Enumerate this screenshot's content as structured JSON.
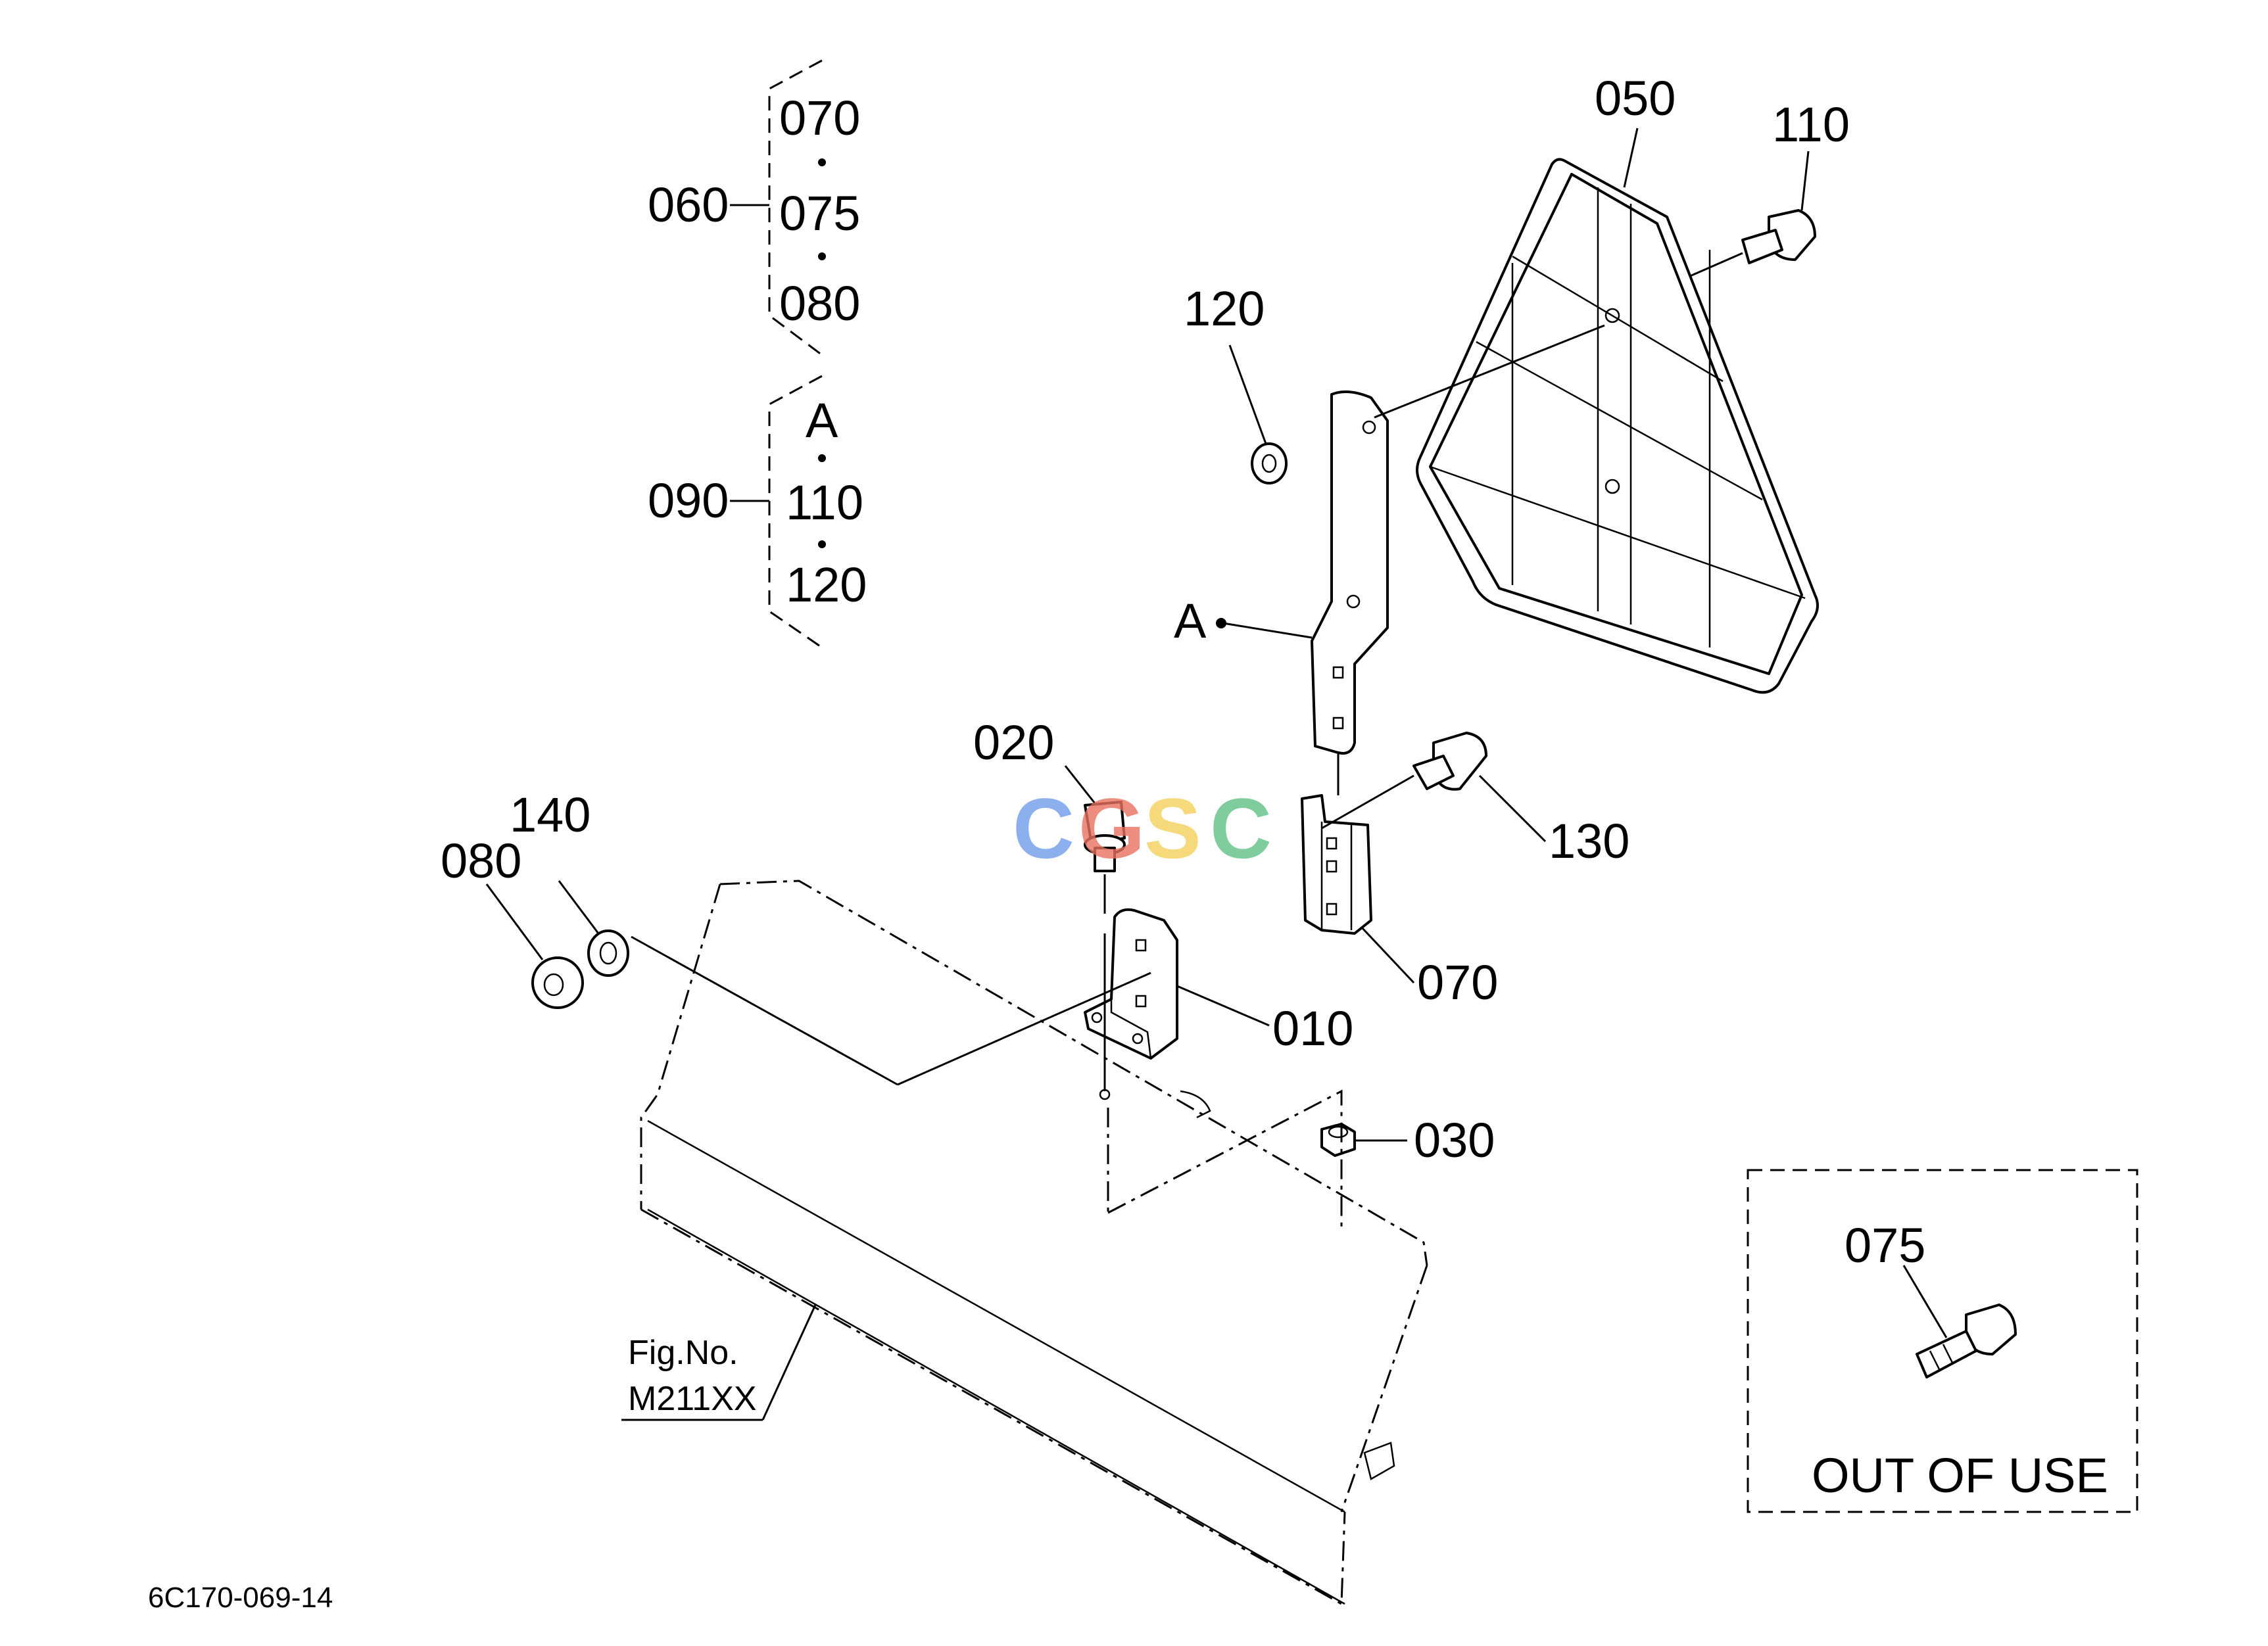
{
  "callouts": {
    "c010": "010",
    "c020": "020",
    "c030": "030",
    "c050": "050",
    "c070": "070",
    "c080": "080",
    "c110": "110",
    "c120": "120",
    "c130": "130",
    "c140": "140",
    "a_marker": "A"
  },
  "groups": {
    "g060": {
      "label": "060",
      "items": [
        "070",
        "075",
        "080"
      ]
    },
    "g090": {
      "label": "090",
      "items": [
        "A",
        "110",
        "120"
      ]
    }
  },
  "fig_reference": {
    "line1": "Fig.No.",
    "line2": "M211XX"
  },
  "inset": {
    "callout": "075",
    "caption": "OUT  OF  USE"
  },
  "watermark": "CGSC",
  "drawing_number": "6C170-069-14",
  "colors": {
    "line": "#000000",
    "background": "#ffffff",
    "watermark_blue": "#6f9be8",
    "watermark_red": "#e8705f",
    "watermark_yellow": "#f3cf5a",
    "watermark_green": "#5fbf84"
  }
}
